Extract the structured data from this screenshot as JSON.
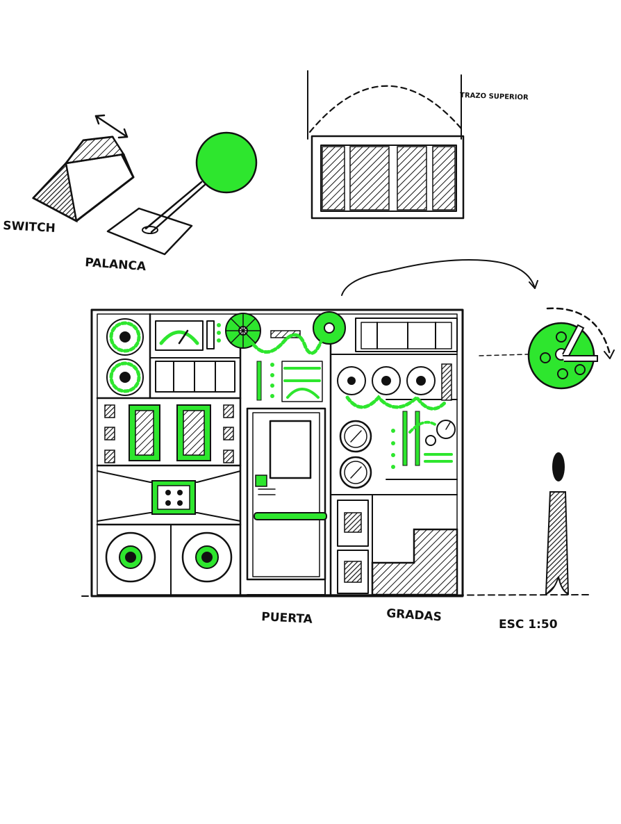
{
  "labels": {
    "switch": "SWITCH",
    "palanca": "PALANCA",
    "trazo_superior": "TRAZO SUPERIOR",
    "puerta": "PUERTA",
    "gradas": "GRADAS",
    "escala": "ESC 1:50"
  },
  "colors": {
    "accent": "#2ee62e",
    "ink": "#111111",
    "paper": "#ffffff"
  }
}
